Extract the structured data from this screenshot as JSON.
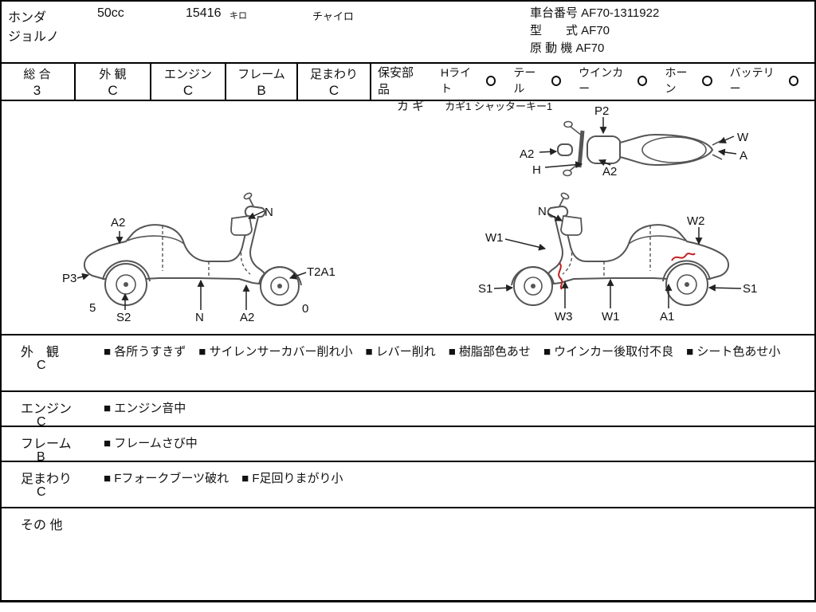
{
  "header": {
    "maker": "ホンダ",
    "model_name": "ジョルノ",
    "displacement": "50cc",
    "mileage_value": "15416",
    "mileage_unit": "キロ",
    "color": "チャイロ",
    "chassis_line": "車台番号 AF70-1311922",
    "type_line": "型　　式 AF70",
    "engine_line": "原 動 機 AF70"
  },
  "grade_boxes": [
    {
      "label": "総 合",
      "value": "3"
    },
    {
      "label": "外 観",
      "value": "C"
    },
    {
      "label": "エンジン",
      "value": "C"
    },
    {
      "label": "フレーム",
      "value": "B"
    },
    {
      "label": "足まわり",
      "value": "C"
    }
  ],
  "safety_parts": {
    "label": "保安部品",
    "items": [
      {
        "name": "Hライト"
      },
      {
        "name": "テール"
      },
      {
        "name": "ウインカー"
      },
      {
        "name": "ホーン"
      },
      {
        "name": "バッテリー"
      }
    ]
  },
  "keys": {
    "label": "カ ギ",
    "value": "カギ1 シャッターキー1"
  },
  "diagram": {
    "damage_color": "#c22020",
    "top_view_labels": [
      "P2",
      "W",
      "A",
      "A2",
      "H",
      "A2"
    ],
    "left_view_labels": [
      "A2",
      "N",
      "P3",
      "T2A1",
      "5",
      "S2",
      "N",
      "A2",
      "0"
    ],
    "right_view_labels": [
      "N",
      "W2",
      "W1",
      "S1",
      "S1",
      "W3",
      "W1",
      "A1"
    ]
  },
  "notes": {
    "rows": [
      {
        "label": "外　観",
        "grade": "C",
        "items": [
          "各所うすきず",
          "サイレンサーカバー削れ小",
          "レバー削れ",
          "樹脂部色あせ",
          "ウインカー後取付不良",
          "シート色あせ小"
        ]
      },
      {
        "label": "エンジン",
        "grade": "C",
        "items": [
          "エンジン音中"
        ]
      },
      {
        "label": "フレーム",
        "grade": "B",
        "items": [
          "フレームさび中"
        ]
      },
      {
        "label": "足まわり",
        "grade": "C",
        "items": [
          "Fフォークブーツ破れ",
          "F足回りまがり小"
        ]
      },
      {
        "label": "その 他",
        "grade": "",
        "items": []
      }
    ]
  }
}
